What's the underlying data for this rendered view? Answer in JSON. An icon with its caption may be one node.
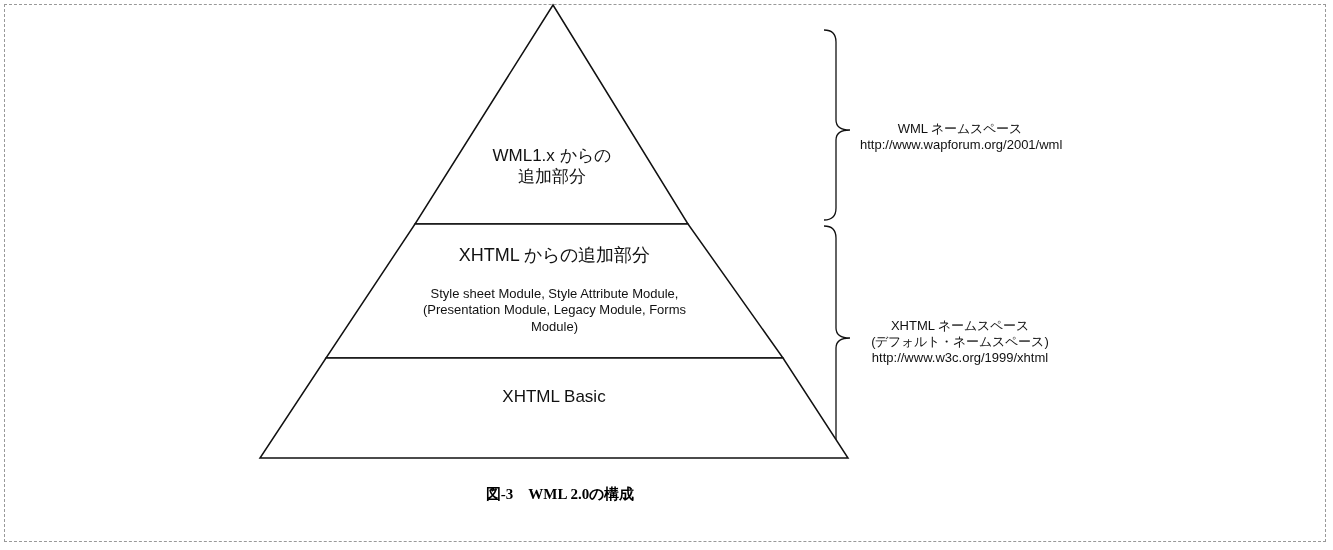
{
  "diagram": {
    "caption": "図-3　WML 2.0の構成",
    "nodes": [
      {
        "text": [
          "WML1.x からの追加部分"
        ]
      },
      {
        "text": [
          "XHTML からの追加部分",
          "Style sheet Module, Style Attribute Module, (Presentation Module, Legacy Module, Forms Module)"
        ]
      },
      {
        "text": [
          "XHTML Basic"
        ]
      }
    ],
    "edges": [],
    "labels": [
      "WML ネームスペース",
      "http://www.wapforum.org/2001/wml",
      "XHTML ネームスペース",
      "(デフォルト・ネームスペース)",
      "http://www.w3c.org/1999/xhtml"
    ]
  }
}
